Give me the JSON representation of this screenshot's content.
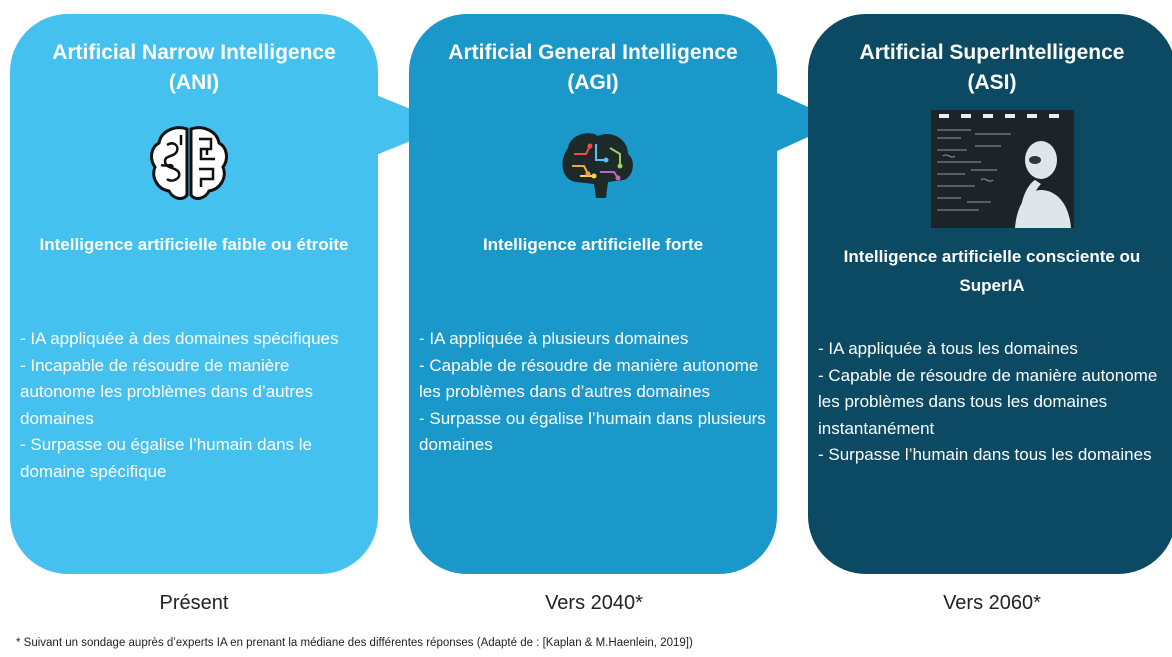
{
  "cards": [
    {
      "title": "Artificial Narrow Intelligence (ANI)",
      "subtitle": "Intelligence artificielle faible ou étroite",
      "bullets": [
        "- IA appliquée à des domaines spécifiques",
        "- Incapable de résoudre de manière autonome les problèmes dans d’autres domaines",
        "- Surpasse ou égalise l’humain dans le domaine spécifique"
      ],
      "icon": "brain-maze-icon"
    },
    {
      "title": "Artificial General Intelligence (AGI)",
      "subtitle": "Intelligence artificielle forte",
      "bullets": [
        "- IA appliquée à plusieurs domaines",
        "- Capable de résoudre de manière autonome les problèmes dans d’autres domaines",
        "- Surpasse ou égalise l’humain dans plusieurs domaines"
      ],
      "icon": "circuit-brain-icon"
    },
    {
      "title": "Artificial SuperIntelligence (ASI)",
      "subtitle": "Intelligence artificielle consciente ou SuperIA",
      "bullets": [
        "- IA appliquée à tous les domaines",
        "- Capable de résoudre de manière autonome les problèmes dans tous les domaines instantanément",
        "- Surpasse l’humain dans tous les domaines"
      ],
      "icon": "robot-thinking-icon"
    }
  ],
  "timeline": [
    "Présent",
    "Vers 2040*",
    "Vers 2060*"
  ],
  "footnote": "* Suivant un sondage auprès d’experts IA en prenant la médiane des différentes réponses (Adapté de : [Kaplan & M.Haenlein, 2019])",
  "colors": {
    "ani": "#44c1ee",
    "agi": "#1a98c9",
    "asi": "#0c4a63"
  }
}
